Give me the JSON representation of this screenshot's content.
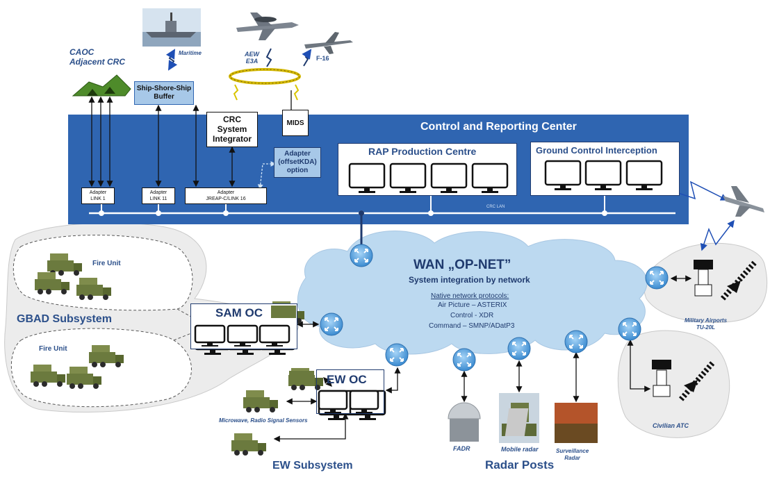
{
  "crc": {
    "title": "Control and Reporting Center",
    "lan_label": "CRC LAN",
    "integrator": "CRC\nSystem\nIntegrator",
    "mids": "MIDS",
    "adapter_kda": "Adapter\n(offsetKDA)\noption",
    "adapter_link1": "Adapter\nLINK 1",
    "adapter_link11": "Adapter\nLINK 11",
    "adapter_jreap": "Adapter\nJREAP-C/LINK 16",
    "rap": "RAP Production Centre",
    "gci": "Ground Control Interception"
  },
  "top": {
    "caoc": "CAOC\nAdjacent CRC",
    "maritime": "Maritime",
    "buffer": "Ship-Shore-Ship\nBuffer",
    "aew": "AEW\nE3A",
    "f16": "F-16"
  },
  "wan": {
    "title": "WAN „OP-NET”",
    "subtitle": "System integration by network",
    "protocols_title": "Native network protocols:",
    "protocols": [
      "Air Picture – ASTERIX",
      "Control - XDR",
      "Command  – SMNP/ADatP3"
    ]
  },
  "gbad": {
    "title": "GBAD Subsystem",
    "fire_unit_1": "Fire Unit",
    "fire_unit_2": "Fire Unit",
    "sam_oc": "SAM OC"
  },
  "ew": {
    "title": "EW Subsystem",
    "oc": "EW OC",
    "sensors": "Microwave,  Radio Signal Sensors"
  },
  "radar": {
    "title": "Radar Posts",
    "fadr": "FADR",
    "mobile": "Mobile radar",
    "surveillance": "Surveillance\nRadar"
  },
  "airports": {
    "military": "Military Airports\nTU-20L",
    "civilian": "Civilian ATC"
  },
  "colors": {
    "crc_blue": "#2f65b1",
    "navy": "#1f3a6e",
    "light_blue": "#a7c8e8",
    "cloud": "#bcd9f0",
    "bubble": "#ececec",
    "router": "#5fa9e3",
    "olive": "#6b7a3e"
  }
}
